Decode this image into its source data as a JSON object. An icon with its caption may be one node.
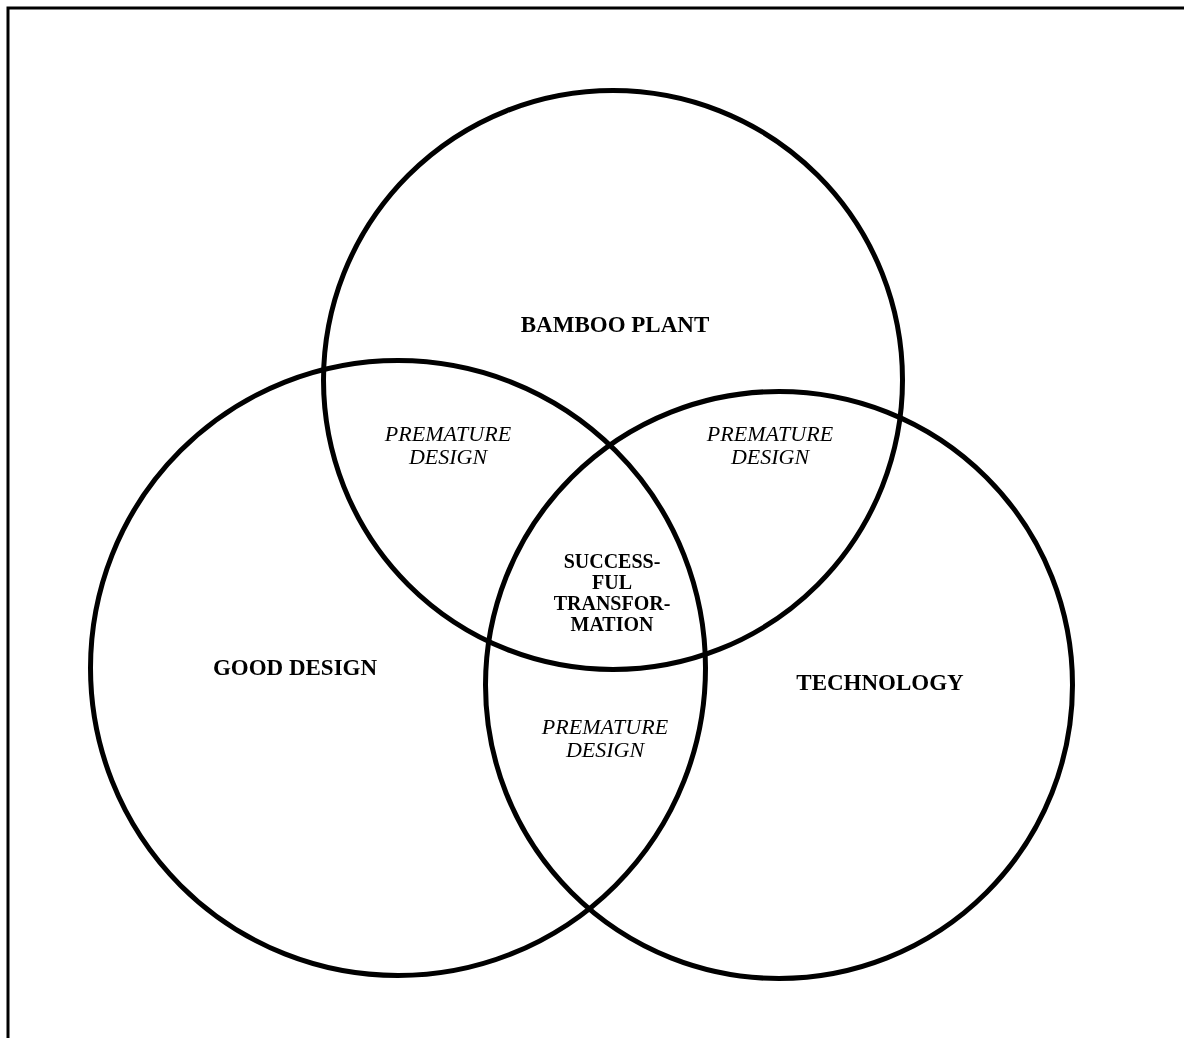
{
  "diagram": {
    "nodes": [
      {
        "text": [
          "BAMBOO PLANT"
        ]
      },
      {
        "text": [
          "GOOD DESIGN"
        ]
      },
      {
        "text": [
          "TECHNOLOGY"
        ]
      }
    ],
    "edges": [],
    "labels": [
      "PREMATURE DESIGN",
      "PREMATURE DESIGN",
      "SUCCESS- FUL TRANSFOR- MATION",
      "PREMATURE DESIGN"
    ]
  }
}
